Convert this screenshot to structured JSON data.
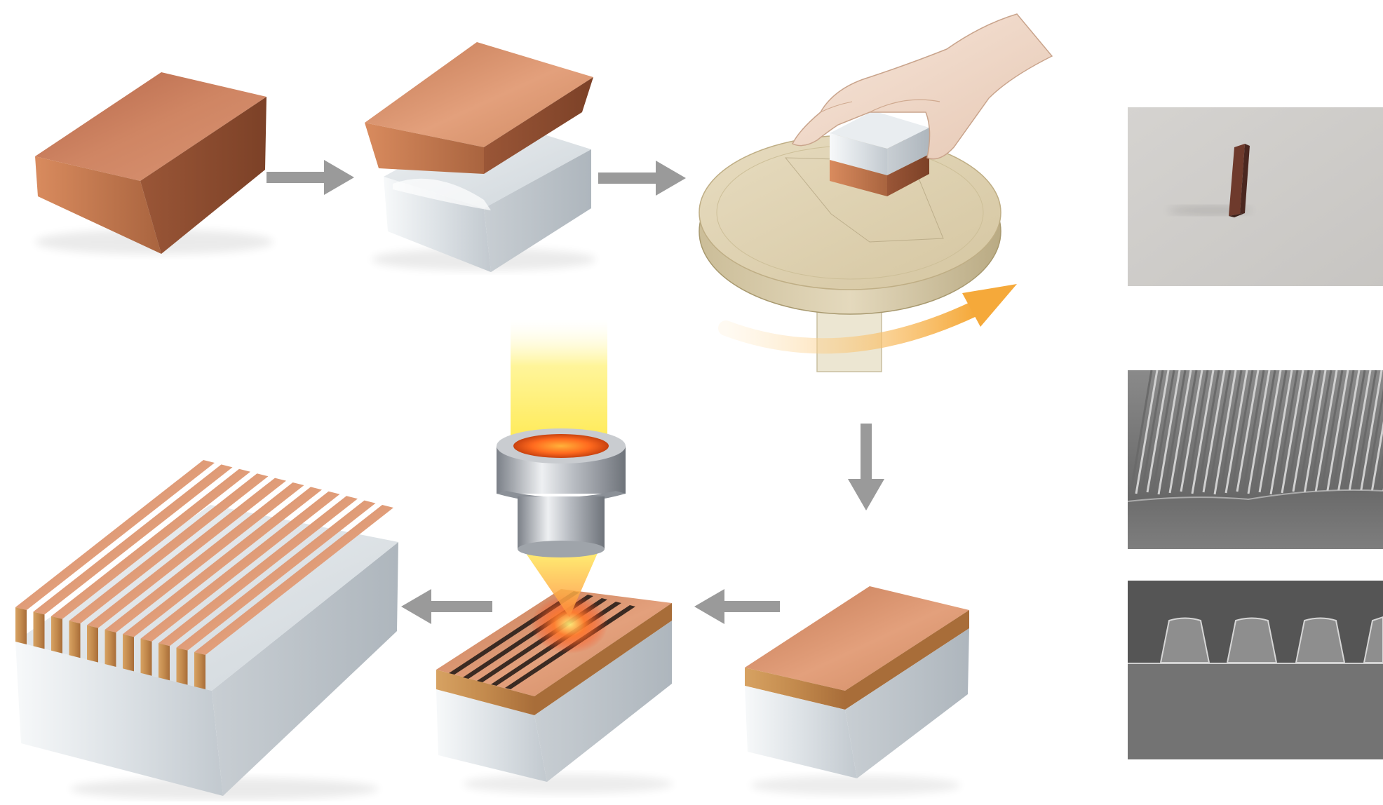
{
  "figure": {
    "caption": "",
    "colors": {
      "background": "#ffffff",
      "copper_light": "#e5a27a",
      "copper_mid": "#c97d57",
      "copper_dark": "#8d4c2f",
      "glass_light": "#f4f6f8",
      "glass_mid": "#d9dee3",
      "glass_dark": "#aab2ba",
      "arrow_gray": "#9a9a9a",
      "rotation_arrow": "#f5b24a",
      "polishing_pad": "#dfd3b3",
      "laser_yellow": "#ffe94d",
      "laser_hot": "#ff5a1f",
      "sem_gray": "#6f6f6f"
    },
    "steps": [
      {
        "id": "copper-block"
      },
      {
        "id": "bond-copper-to-glass"
      },
      {
        "id": "polish-on-rotating-pad"
      },
      {
        "id": "thinned-copper-on-glass"
      },
      {
        "id": "laser-cut-grooves"
      },
      {
        "id": "finished-grating"
      }
    ],
    "arrows": [
      {
        "from": "copper-block",
        "to": "bond-copper-to-glass",
        "direction": "right"
      },
      {
        "from": "bond-copper-to-glass",
        "to": "polish-on-rotating-pad",
        "direction": "right"
      },
      {
        "from": "polish-on-rotating-pad",
        "to": "thinned-copper-on-glass",
        "direction": "down"
      },
      {
        "from": "thinned-copper-on-glass",
        "to": "laser-cut-grooves",
        "direction": "left"
      },
      {
        "from": "laser-cut-grooves",
        "to": "finished-grating",
        "direction": "left"
      }
    ],
    "photos": [
      {
        "id": "photo-standing-sample",
        "kind": "optical photograph"
      },
      {
        "id": "photo-sem-grating-tilted",
        "kind": "SEM micrograph"
      },
      {
        "id": "photo-sem-cross-section",
        "kind": "SEM micrograph"
      }
    ],
    "icons": [
      "rotation-arrow-icon",
      "laser-beam-icon",
      "laser-nozzle-icon",
      "hand-icon"
    ]
  }
}
